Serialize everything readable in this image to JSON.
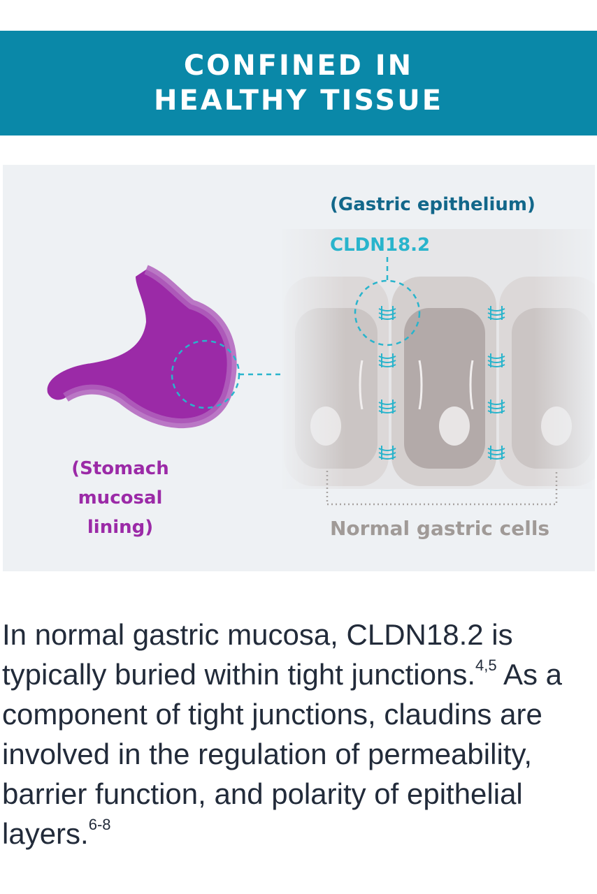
{
  "header": {
    "title_line1": "CONFINED IN",
    "title_line2": "HEALTHY TISSUE",
    "background_color": "#0a88a8"
  },
  "diagram": {
    "label_epithelium": "(Gastric epithelium)",
    "label_cldn": "CLDN18.2",
    "label_stomach": "(Stomach mucosal lining)",
    "label_normal_cells": "Normal gastric cells",
    "colors": {
      "epithelium": "#12678a",
      "cldn": "#29b4cc",
      "stomach": "#9b2aa7",
      "normal_cells": "#a09a97"
    }
  },
  "body": {
    "sentence1": "In normal gastric mucosa, CLDN18.2 is typically buried within tight junctions.",
    "ref1": "4,5",
    "sentence2": "As a component of tight junctions, claudins are involved in the regulation of permeability, barrier function, and polarity of epithelial layers.",
    "ref2": "6-8"
  }
}
